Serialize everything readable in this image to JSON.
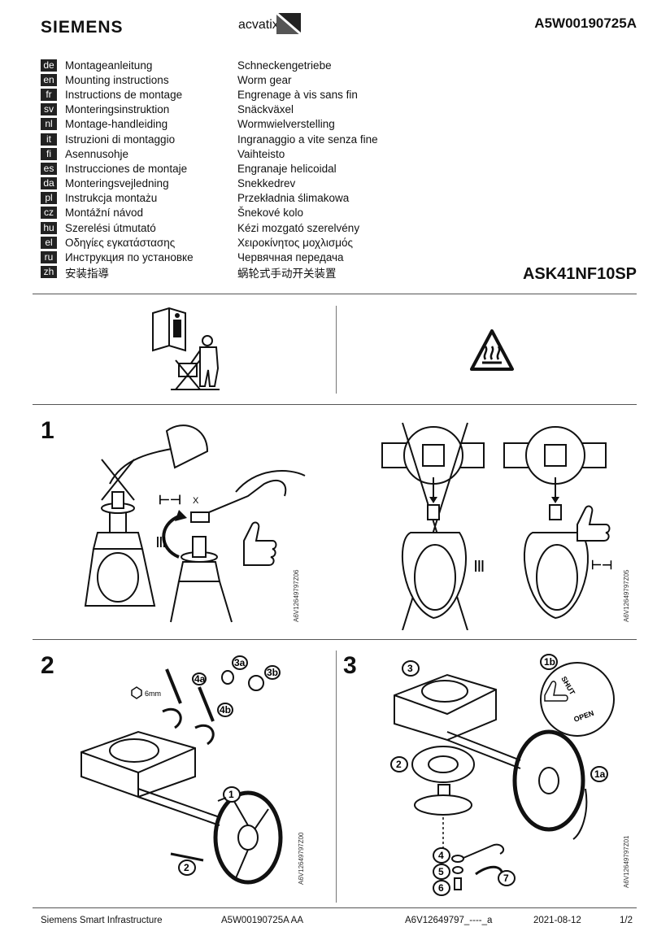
{
  "header": {
    "company": "SIEMENS",
    "brand": "acvatix",
    "doc_code": "A5W00190725A"
  },
  "languages": [
    {
      "code": "de",
      "doc": "Montageanleitung",
      "product": "Schneckengetriebe"
    },
    {
      "code": "en",
      "doc": "Mounting instructions",
      "product": "Worm gear"
    },
    {
      "code": "fr",
      "doc": "Instructions de montage",
      "product": "Engrenage à vis sans fin"
    },
    {
      "code": "sv",
      "doc": "Monteringsinstruktion",
      "product": "Snäckväxel"
    },
    {
      "code": "nl",
      "doc": "Montage-handleiding",
      "product": "Wormwielverstelling"
    },
    {
      "code": "it",
      "doc": "Istruzioni di montaggio",
      "product": "Ingranaggio a vite senza fine"
    },
    {
      "code": "fi",
      "doc": "Asennusohje",
      "product": "Vaihteisto"
    },
    {
      "code": "es",
      "doc": "Instrucciones de montaje",
      "product": "Engranaje helicoidal"
    },
    {
      "code": "da",
      "doc": "Monteringsvejledning",
      "product": "Snekkedrev"
    },
    {
      "code": "pl",
      "doc": "Instrukcja montażu",
      "product": "Przekładnia ślimakowa"
    },
    {
      "code": "cz",
      "doc": "Montážní návod",
      "product": "Šnekové kolo"
    },
    {
      "code": "hu",
      "doc": "Szerelési útmutató",
      "product": "Kézi mozgató szerelvény"
    },
    {
      "code": "el",
      "doc": "Οδηγίες εγκατάστασης",
      "product": "Χειροκίνητος μοχλισμός"
    },
    {
      "code": "ru",
      "doc": "Инструкция по установке",
      "product": "Червячная передача"
    },
    {
      "code": "zh",
      "doc": "安装指導",
      "product": "蜗轮式手动开关装置"
    }
  ],
  "product_code": "ASK41NF10SP",
  "steps": {
    "s1": "1",
    "s2": "2",
    "s3": "3"
  },
  "figure_codes": {
    "fig1a": "A6V12649797Z06",
    "fig1b": "A6V12649797Z05",
    "fig2": "A6V12649797Z00",
    "fig3": "A6V12649797Z01"
  },
  "figure_labels": {
    "wrench_size": "6mm",
    "x_mark": "X",
    "c1": "1",
    "c2": "2",
    "c3a": "3a",
    "c3b": "3b",
    "c4a": "4a",
    "c4b": "4b",
    "d1a": "1a",
    "d1b": "1b",
    "d2": "2",
    "d3": "3",
    "d4": "4",
    "d5": "5",
    "d6": "6",
    "d7": "7",
    "shut": "SHUT",
    "open": "OPEN"
  },
  "footer": {
    "company": "Siemens Smart Infrastructure",
    "doc": "A5W00190725A AA",
    "ref": "A6V12649797_----_a",
    "date": "2021-08-12",
    "page": "1/2"
  }
}
